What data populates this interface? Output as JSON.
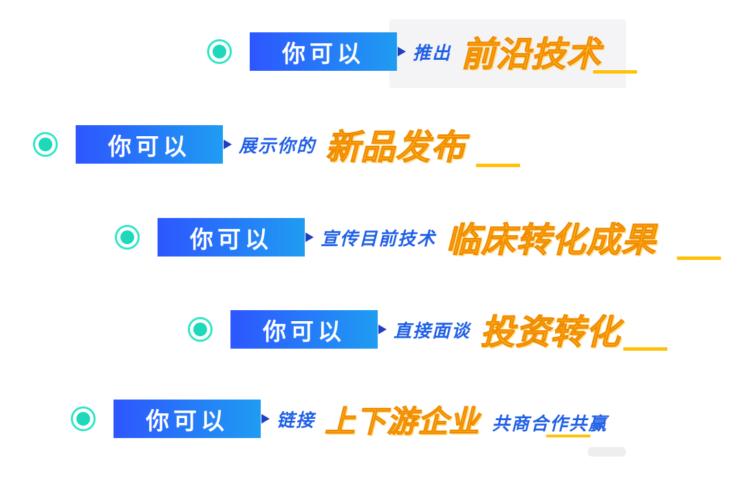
{
  "rows": [
    {
      "label": "你可以",
      "desc": "推出",
      "highlight": "前沿技术"
    },
    {
      "label": "你可以",
      "desc": "展示你的",
      "highlight": "新品发布"
    },
    {
      "label": "你可以",
      "desc": "宣传目前技术",
      "highlight": "临床转化成果"
    },
    {
      "label": "你可以",
      "desc": "直接面谈",
      "highlight": "投资转化"
    },
    {
      "label": "你可以",
      "desc": "链接",
      "highlight": "上下游企业",
      "tail": "共商合作共赢"
    }
  ],
  "colors": {
    "box_start": "#2d56ff",
    "box_end": "#1f9cf2",
    "desc": "#1f5fe6",
    "highlight": "#ffb21a",
    "underline": "#ffc107",
    "bullet": "#2ee6c6"
  },
  "icons": [
    "circle-bullet-icon",
    "triangle-arrow-icon"
  ]
}
